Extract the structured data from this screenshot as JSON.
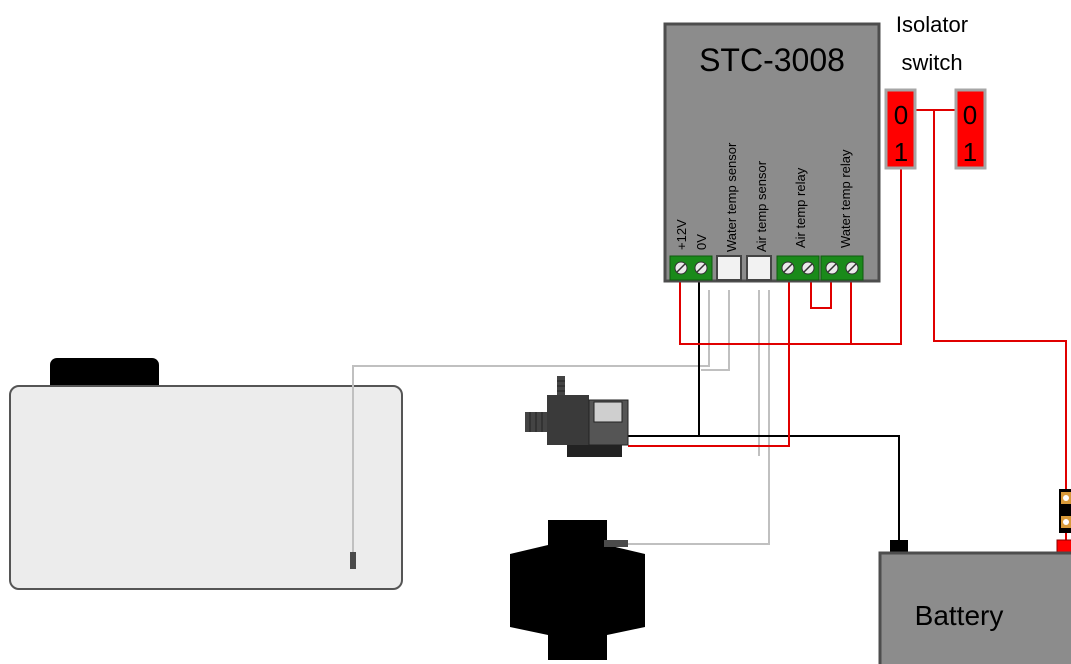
{
  "controller": {
    "title": "STC-3008",
    "terminals": {
      "plus12v": "+12V",
      "zero_v": "0V",
      "water_sensor": "Water temp sensor",
      "air_sensor": "Air temp sensor",
      "air_relay": "Air temp relay",
      "water_relay": "Water temp relay"
    }
  },
  "isolator": {
    "label_line1": "Isolator",
    "label_line2": "switch",
    "pos_off": "0",
    "pos_on": "1"
  },
  "battery": {
    "label": "Battery"
  },
  "colors": {
    "positive_wire": "#e00000",
    "negative_wire": "#000000",
    "sensor_wire": "#c0c0c0",
    "controller_body": "#8c8c8c",
    "terminal_block": "#1a8a1a",
    "switch_body": "#ff0000",
    "tank": "#ececec"
  }
}
